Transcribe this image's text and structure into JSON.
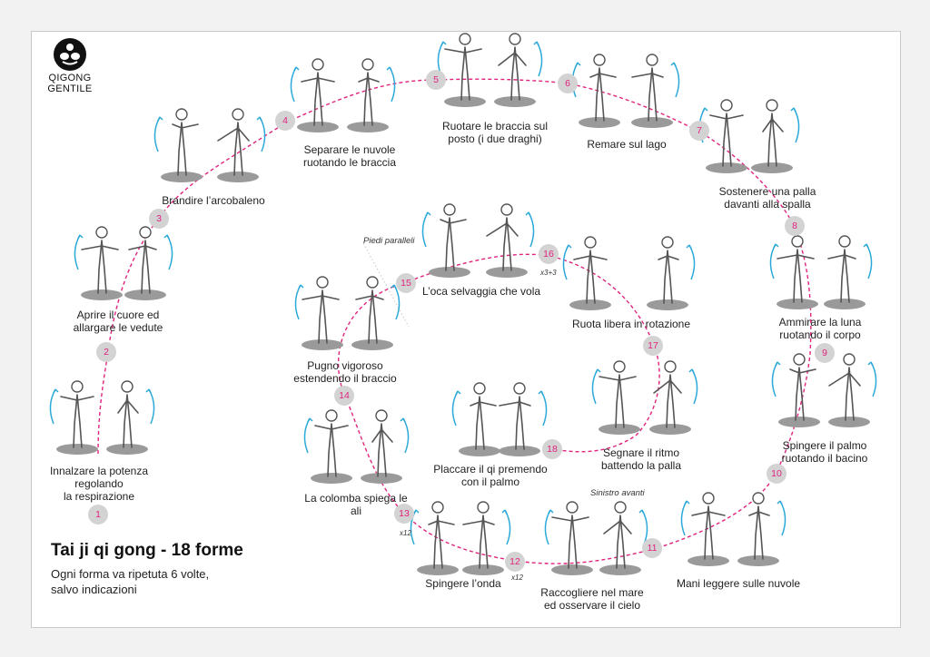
{
  "logo": {
    "line1": "QIGONG",
    "line2": "GENTILE",
    "icon": "lotus-icon"
  },
  "title": "Tai ji qi gong - 18 forme",
  "subtitle": [
    "Ogni forma va ripetuta 6 volte,",
    "salvo indicazioni"
  ],
  "colors": {
    "accent": "#e0237e",
    "arrow": "#2aa9d9",
    "badge": "#d3d3d3",
    "shadow": "#9a9a9a"
  },
  "forms": [
    {
      "n": "1",
      "label": [
        "Innalzare la potenza",
        "regolando",
        "la respirazione"
      ]
    },
    {
      "n": "2",
      "label": [
        "Aprire il cuore ed",
        "allargare le vedute"
      ]
    },
    {
      "n": "3",
      "label": [
        "Brandire l’arcobaleno"
      ]
    },
    {
      "n": "4",
      "label": [
        "Separare le nuvole",
        "ruotando le braccia"
      ]
    },
    {
      "n": "5",
      "label": [
        "Ruotare le braccia sul",
        "posto (i due draghi)"
      ]
    },
    {
      "n": "6",
      "label": [
        "Remare sul lago"
      ]
    },
    {
      "n": "7",
      "label": [
        "Sostenere una palla",
        "davanti alla spalla"
      ]
    },
    {
      "n": "8",
      "label": [
        "Ammirare la luna",
        "ruotando il corpo"
      ]
    },
    {
      "n": "9",
      "label": [
        "Spingere il palmo",
        "ruotando il bacino"
      ]
    },
    {
      "n": "10",
      "label": []
    },
    {
      "n": "11",
      "label": [
        "Mani leggere sulle nuvole"
      ]
    },
    {
      "n": "12",
      "label": [
        "Raccogliere nel mare",
        "ed osservare il cielo"
      ]
    },
    {
      "n": "13",
      "label": [
        "Spingere l’onda"
      ]
    },
    {
      "n": "14",
      "label": [
        "La colomba spiega le",
        "ali"
      ]
    },
    {
      "n": "15",
      "label": [
        "Pugno vigoroso",
        "estendendo il braccio"
      ]
    },
    {
      "n": "16",
      "label": [
        "L’oca selvaggia che vola"
      ]
    },
    {
      "n": "17",
      "label": [
        "Ruota libera in rotazione"
      ]
    },
    {
      "n": "18",
      "label": [
        "Segnare il ritmo",
        "battendo la palla"
      ]
    }
  ],
  "extra_label": [
    "Placcare il qi premendo",
    "con il palmo"
  ],
  "notes": {
    "parallel": "Piedi paralleli",
    "left_forward": "Sinistro avanti",
    "x12a": "x12",
    "x12b": "x12",
    "x33": "x3+3"
  }
}
